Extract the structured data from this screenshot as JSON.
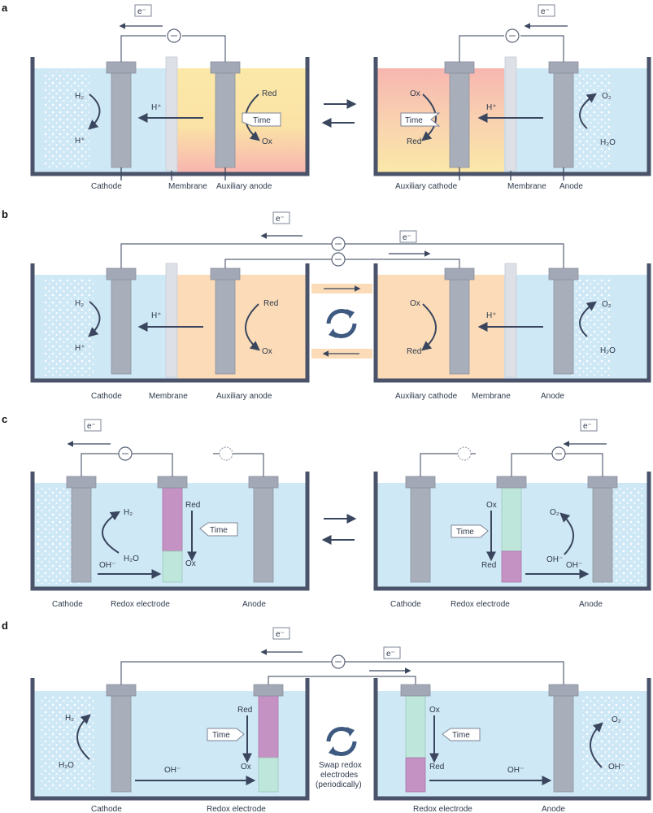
{
  "colors": {
    "tank": "#4a5369",
    "water": "#cfe8f6",
    "auxiliary_yellow": "#fbe6a6",
    "auxiliary_red": "#f6bdb7",
    "auxiliary_orange": "#fcdcb8",
    "electrode": "#a9aebb",
    "redox_reduced": "#c592c4",
    "redox_oxidized": "#bfe6da"
  },
  "electron": "e⁻",
  "panels": {
    "a": {
      "label": "a",
      "left": {
        "labels": [
          "Cathode",
          "Membrane",
          "Auxiliary anode"
        ],
        "cathode_reaction": {
          "top": "H₂",
          "bottom": "H⁺"
        },
        "ion": "H⁺",
        "aux_reaction": {
          "top": "Red",
          "bottom": "Ox",
          "time": "Time"
        }
      },
      "right": {
        "labels": [
          "Auxiliary cathode",
          "Membrane",
          "Anode"
        ],
        "aux_reaction": {
          "top": "Ox",
          "bottom": "Red",
          "time": "Time"
        },
        "ion": "H⁺",
        "anode_reaction": {
          "top": "O₂",
          "bottom": "H₂O"
        }
      }
    },
    "b": {
      "label": "b",
      "left": {
        "labels": [
          "Cathode",
          "Membrane",
          "Auxiliary anode"
        ],
        "cathode_reaction": {
          "top": "H₂",
          "bottom": "H⁺"
        },
        "ion": "H⁺",
        "aux_reaction": {
          "top": "Red",
          "bottom": "Ox"
        }
      },
      "right": {
        "labels": [
          "Auxiliary cathode",
          "Membrane",
          "Anode"
        ],
        "aux_reaction": {
          "top": "Ox",
          "bottom": "Red"
        },
        "ion": "H⁺",
        "anode_reaction": {
          "top": "O₂",
          "bottom": "H₂O"
        }
      }
    },
    "c": {
      "label": "c",
      "left": {
        "labels": [
          "Cathode",
          "Redox electrode",
          "Anode"
        ],
        "cathode_reaction": {
          "top": "H₂",
          "bottom": "H₂O"
        },
        "ion": "OH⁻",
        "redox": {
          "top": "Red",
          "bottom": "Ox",
          "time": "Time"
        }
      },
      "right": {
        "labels": [
          "Cathode",
          "Redox electrode",
          "Anode"
        ],
        "redox": {
          "top": "Ox",
          "bottom": "Red",
          "time": "Time"
        },
        "ion": "OH⁻",
        "anode_reaction": {
          "top": "O₂",
          "bottom": "OH⁻"
        }
      }
    },
    "d": {
      "label": "d",
      "swap_text": [
        "Swap redox",
        "electrodes",
        "(periodically)"
      ],
      "left": {
        "labels": [
          "Cathode",
          "Redox electrode"
        ],
        "cathode_reaction": {
          "top": "H₂",
          "bottom": "H₂O"
        },
        "ion": "OH⁻",
        "redox": {
          "top": "Red",
          "bottom": "Ox",
          "time": "Time"
        }
      },
      "right": {
        "labels": [
          "Redox electrode",
          "Anode"
        ],
        "redox": {
          "top": "Ox",
          "bottom": "Red",
          "time": "Time"
        },
        "ion": "OH⁻",
        "anode_reaction": {
          "top": "O₂",
          "bottom": "OH⁻"
        }
      }
    }
  }
}
